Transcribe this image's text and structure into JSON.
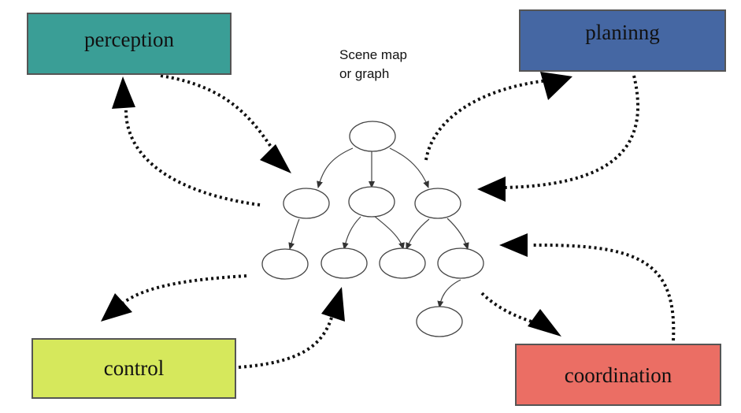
{
  "boxes": {
    "perception": {
      "label": "perception",
      "color": "#3a9e96"
    },
    "planning": {
      "label": "planinng",
      "color": "#4567a3"
    },
    "control": {
      "label": "control",
      "color": "#d6e85c"
    },
    "coordination": {
      "label": "coordination",
      "color": "#eb6e64"
    }
  },
  "scene": {
    "label_line1": "Scene map",
    "label_line2": "or graph"
  }
}
